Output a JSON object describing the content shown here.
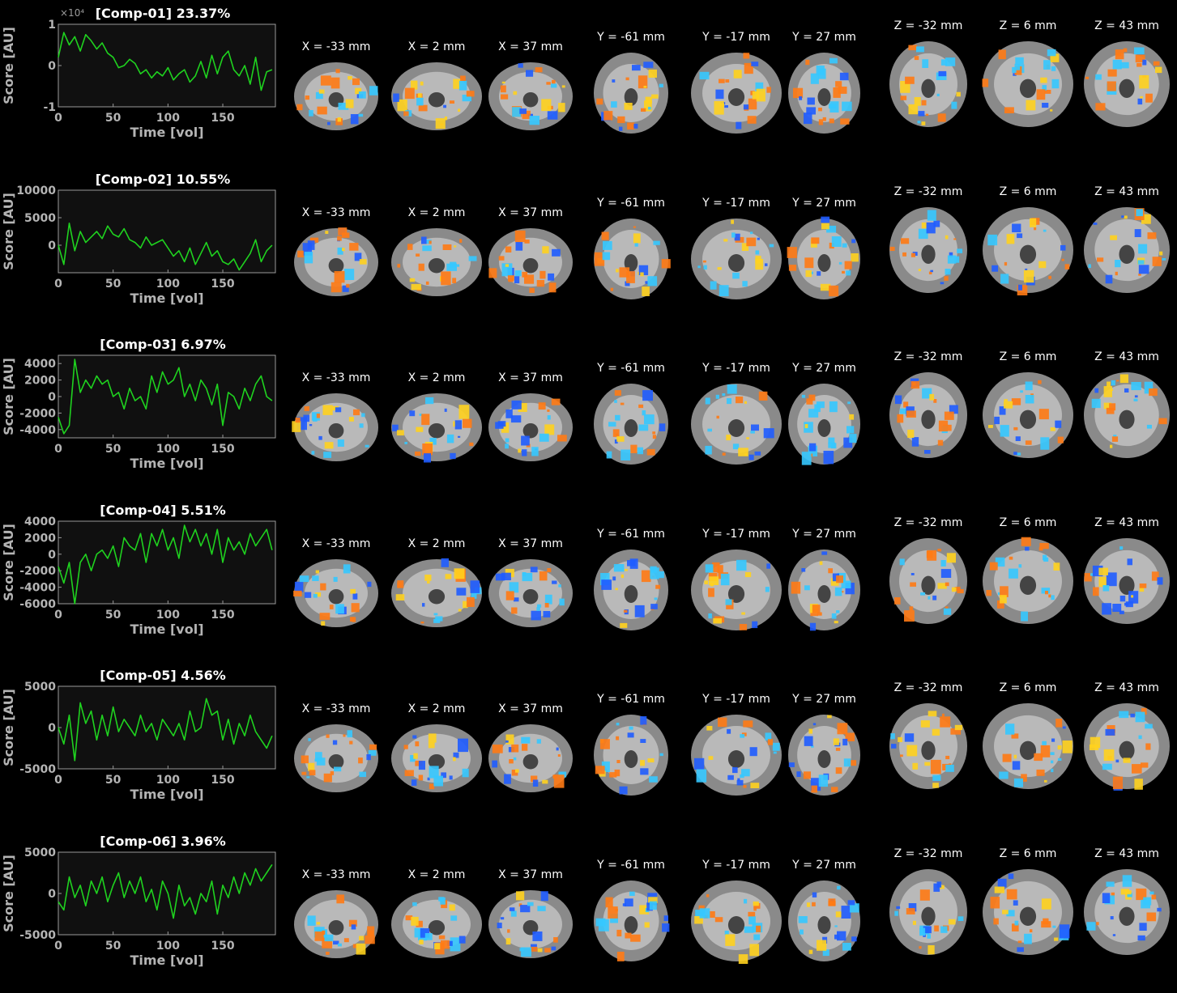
{
  "colors": {
    "trace": "#1fd21f",
    "axis": "#9a9a9a",
    "text": "#b4b4b4",
    "title": "#ffffff",
    "pos_hot": "#ffd21e",
    "pos_mid": "#ff7a14",
    "neg_light": "#35c8ff",
    "neg_dark": "#1f5cff"
  },
  "slice_labels": [
    "X = -33 mm",
    "X = 2 mm",
    "X = 37 mm",
    "Y = -61 mm",
    "Y = -17 mm",
    "Y = 27 mm",
    "Z = -32 mm",
    "Z = 6 mm",
    "Z = 43 mm"
  ],
  "chart_data": [
    {
      "type": "line",
      "title": "[Comp-01] 23.37%",
      "xlabel": "Time [vol]",
      "ylabel": "Score [AU]",
      "exponent_label": "×10⁴",
      "xlim": [
        0,
        198
      ],
      "ylim": [
        -1,
        1
      ],
      "yticks": [
        -1,
        0,
        1
      ],
      "ytick_labels": [
        "-1",
        "0",
        "1"
      ],
      "xticks": [
        0,
        50,
        100,
        150
      ],
      "xtick_labels": [
        "0",
        "50",
        "100",
        "150"
      ],
      "x_step": 5,
      "values": [
        0.2,
        0.8,
        0.5,
        0.7,
        0.35,
        0.75,
        0.6,
        0.4,
        0.55,
        0.3,
        0.2,
        -0.05,
        0.0,
        0.15,
        0.05,
        -0.2,
        -0.1,
        -0.3,
        -0.15,
        -0.25,
        -0.05,
        -0.35,
        -0.2,
        -0.1,
        -0.4,
        -0.25,
        0.1,
        -0.3,
        0.25,
        -0.2,
        0.2,
        0.35,
        -0.1,
        -0.25,
        0.0,
        -0.45,
        0.2,
        -0.6,
        -0.15,
        -0.1
      ]
    },
    {
      "type": "line",
      "title": "[Comp-02] 10.55%",
      "xlabel": "Time [vol]",
      "ylabel": "Score [AU]",
      "xlim": [
        0,
        198
      ],
      "ylim": [
        -5000,
        10000
      ],
      "yticks": [
        0,
        5000,
        10000
      ],
      "ytick_labels": [
        "0",
        "5000",
        "10000"
      ],
      "xticks": [
        0,
        50,
        100,
        150
      ],
      "xtick_labels": [
        "0",
        "50",
        "100",
        "150"
      ],
      "x_step": 5,
      "values": [
        0,
        -3500,
        4000,
        -1000,
        2500,
        500,
        1500,
        2500,
        1200,
        3500,
        2000,
        1500,
        3000,
        1000,
        500,
        -500,
        1500,
        0,
        500,
        1000,
        -500,
        -2000,
        -1000,
        -3000,
        -500,
        -3500,
        -1500,
        500,
        -2000,
        -1000,
        -3000,
        -3500,
        -2500,
        -4500,
        -3000,
        -1500,
        1000,
        -3000,
        -1000,
        0
      ]
    },
    {
      "type": "line",
      "title": "[Comp-03] 6.97%",
      "xlabel": "Time [vol]",
      "ylabel": "Score [AU]",
      "xlim": [
        0,
        198
      ],
      "ylim": [
        -5000,
        5000
      ],
      "yticks": [
        -4000,
        -2000,
        0,
        2000,
        4000
      ],
      "ytick_labels": [
        "-4000",
        "-2000",
        "0",
        "2000",
        "4000"
      ],
      "xticks": [
        0,
        50,
        100,
        150
      ],
      "xtick_labels": [
        "0",
        "50",
        "100",
        "150"
      ],
      "x_step": 5,
      "values": [
        -2500,
        -4500,
        -3500,
        4500,
        500,
        2000,
        1000,
        2500,
        1500,
        2000,
        0,
        500,
        -1500,
        1000,
        -500,
        0,
        -1500,
        2500,
        500,
        3000,
        1500,
        2000,
        3500,
        0,
        1500,
        -500,
        2000,
        1000,
        -1000,
        1500,
        -3500,
        500,
        0,
        -1500,
        1000,
        -500,
        1500,
        2500,
        0,
        -500
      ]
    },
    {
      "type": "line",
      "title": "[Comp-04] 5.51%",
      "xlabel": "Time [vol]",
      "ylabel": "Score [AU]",
      "xlim": [
        0,
        198
      ],
      "ylim": [
        -6000,
        4000
      ],
      "yticks": [
        -6000,
        -4000,
        -2000,
        0,
        2000,
        4000
      ],
      "ytick_labels": [
        "-6000",
        "-4000",
        "-2000",
        "0",
        "2000",
        "4000"
      ],
      "xticks": [
        0,
        50,
        100,
        150
      ],
      "xtick_labels": [
        "0",
        "50",
        "100",
        "150"
      ],
      "x_step": 5,
      "values": [
        -1500,
        -3500,
        -1000,
        -6000,
        -1000,
        0,
        -2000,
        0,
        500,
        -500,
        1000,
        -1500,
        2000,
        1000,
        500,
        2500,
        -1000,
        2500,
        1000,
        3000,
        500,
        2000,
        -500,
        3500,
        1500,
        3000,
        1000,
        2500,
        0,
        3000,
        -1000,
        2000,
        500,
        1500,
        0,
        2500,
        1000,
        2000,
        3000,
        500
      ]
    },
    {
      "type": "line",
      "title": "[Comp-05] 4.56%",
      "xlabel": "Time [vol]",
      "ylabel": "Score [AU]",
      "xlim": [
        0,
        198
      ],
      "ylim": [
        -5000,
        5000
      ],
      "yticks": [
        -5000,
        0,
        5000
      ],
      "ytick_labels": [
        "-5000",
        "0",
        "5000"
      ],
      "xticks": [
        0,
        50,
        100,
        150
      ],
      "xtick_labels": [
        "0",
        "50",
        "100",
        "150"
      ],
      "x_step": 5,
      "values": [
        0,
        -2000,
        1500,
        -4000,
        3000,
        500,
        2000,
        -1500,
        1500,
        -1000,
        2500,
        -500,
        1000,
        0,
        -1000,
        1500,
        -500,
        500,
        -1500,
        1000,
        0,
        -1000,
        500,
        -1500,
        2000,
        -500,
        0,
        3500,
        1500,
        2000,
        -1500,
        1000,
        -2000,
        500,
        -1000,
        1500,
        -500,
        -1500,
        -2500,
        -1000
      ]
    },
    {
      "type": "line",
      "title": "[Comp-06] 3.96%",
      "xlabel": "Time [vol]",
      "ylabel": "Score [AU]",
      "xlim": [
        0,
        198
      ],
      "ylim": [
        -5000,
        5000
      ],
      "yticks": [
        -5000,
        0,
        5000
      ],
      "ytick_labels": [
        "-5000",
        "0",
        "5000"
      ],
      "xticks": [
        0,
        50,
        100,
        150
      ],
      "xtick_labels": [
        "0",
        "50",
        "100",
        "150"
      ],
      "x_step": 5,
      "values": [
        -1000,
        -2000,
        2000,
        -500,
        1000,
        -1500,
        1500,
        0,
        2000,
        -1000,
        1000,
        2500,
        -500,
        1500,
        0,
        2000,
        -1000,
        500,
        -2000,
        1500,
        0,
        -3000,
        1000,
        -1500,
        -500,
        -2500,
        0,
        -1000,
        1500,
        -2500,
        1000,
        -500,
        2000,
        0,
        2500,
        1000,
        3000,
        1500,
        2500,
        3500
      ]
    }
  ]
}
